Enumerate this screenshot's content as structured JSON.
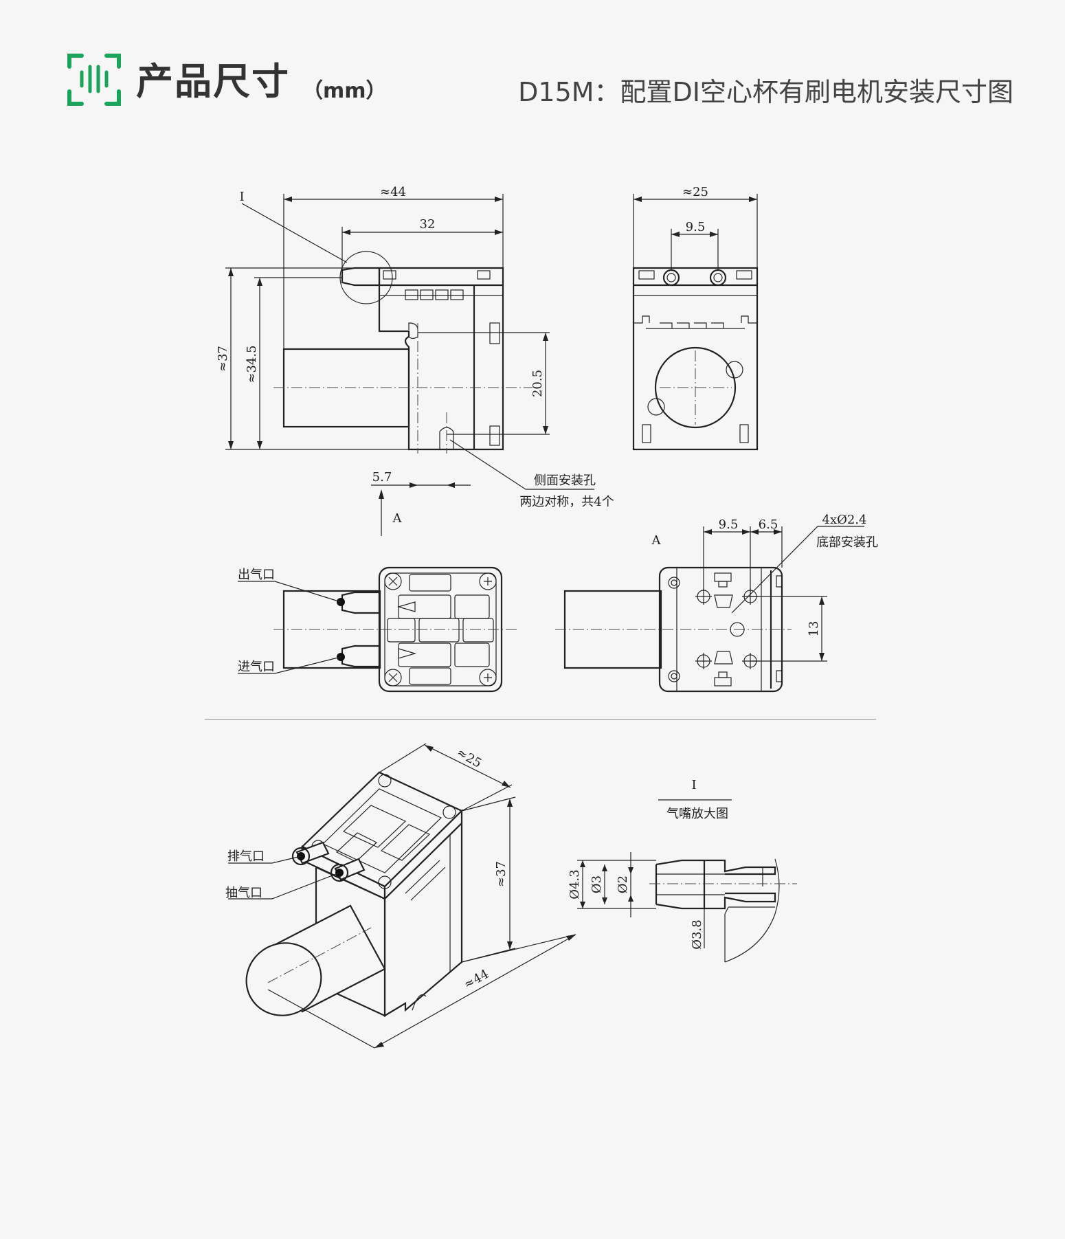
{
  "header": {
    "logo_icon": "scan-frame-icon",
    "title": "产品尺寸",
    "unit": "（mm）",
    "subtitle": "D15M：配置DI空心杯有刷电机安装尺寸图"
  },
  "colors": {
    "accent": "#1aa35b",
    "text": "#333333",
    "line": "#222222"
  },
  "front_view": {
    "detail_marker": "I",
    "dim_width_total": "≈44",
    "dim_width_body": "32",
    "dim_height_total": "≈37",
    "dim_height_body": "≈34.5",
    "dim_hole_spacing": "20.5",
    "dim_hole_offset": "5.7",
    "view_arrow": "A",
    "note_line1": "侧面安装孔",
    "note_line2": "两边对称，共4个"
  },
  "side_view": {
    "dim_width": "≈25",
    "dim_port_spacing": "9.5"
  },
  "top_view": {
    "outlet_label": "出气口",
    "inlet_label": "进气口"
  },
  "bottom_view": {
    "view_label": "A",
    "dim_a": "9.5",
    "dim_b": "6.5",
    "dim_c": "13",
    "hole_spec": "4xØ2.4",
    "hole_note": "底部安装孔"
  },
  "iso_view": {
    "exhaust_label": "排气口",
    "suction_label": "抽气口",
    "dim_depth": "≈25",
    "dim_height": "≈37",
    "dim_length": "≈44"
  },
  "detail_view": {
    "marker": "I",
    "title": "气嘴放大图",
    "dim_d1": "Ø4.3",
    "dim_d2": "Ø3",
    "dim_d3": "Ø2",
    "dim_d4": "Ø3.8"
  }
}
